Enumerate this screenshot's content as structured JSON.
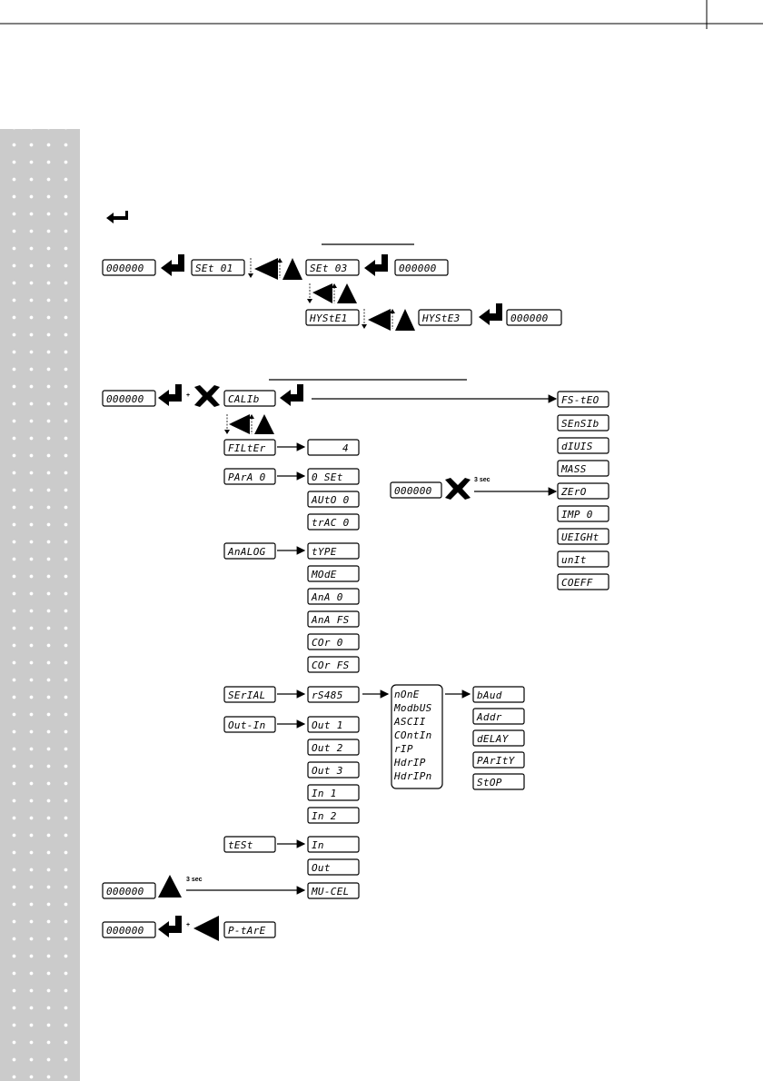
{
  "sections": {
    "setpoint": {
      "start_display": "000000",
      "set_first": "SEt 01",
      "set_last": "SEt 03",
      "end_display": "000000",
      "hyst_first": "HYStE1",
      "hyst_last": "HYStE3",
      "hyst_end_display": "000000"
    },
    "calibration": {
      "start_display": "000000",
      "calib_label": "CALIb",
      "filter": {
        "label": "FILtEr",
        "value": "4"
      },
      "param": {
        "label": "PArA 0",
        "items": [
          "0 SEt",
          "AUtO 0",
          "trAC 0"
        ]
      },
      "analog": {
        "label": "AnALOG",
        "items": [
          "tYPE",
          "MOdE",
          "AnA 0",
          "AnA FS",
          "COr 0",
          "COr FS"
        ]
      },
      "serial": {
        "label": "SErIAL",
        "port": "rS485",
        "protocols": [
          "nOnE",
          "ModbUS",
          "ASCII",
          "COntIn",
          "rIP",
          "HdrIP",
          "HdrIPn"
        ],
        "params": [
          "bAud",
          "Addr",
          "dELAY",
          "PArItY",
          "StOP"
        ]
      },
      "out_in": {
        "label": "Out-In",
        "items": [
          "Out 1",
          "Out 2",
          "Out 3",
          "In 1",
          "In 2"
        ]
      },
      "test": {
        "label": "tESt",
        "items": [
          "In",
          "Out"
        ]
      },
      "calib_items": [
        "FS-tEO",
        "SEnSIb",
        "dIUIS",
        "MASS",
        "ZErO",
        "IMP 0",
        "UEIGHt",
        "unIt",
        "COEFF"
      ],
      "zero_shortcut": {
        "display": "000000",
        "hold": "3 sec"
      },
      "microvolt": {
        "display": "000000",
        "hold": "3 sec",
        "target": "MU-CEL"
      },
      "ptare": {
        "display": "000000",
        "plus": "+",
        "target": "P-tArE"
      },
      "calib_plus": "+"
    }
  }
}
